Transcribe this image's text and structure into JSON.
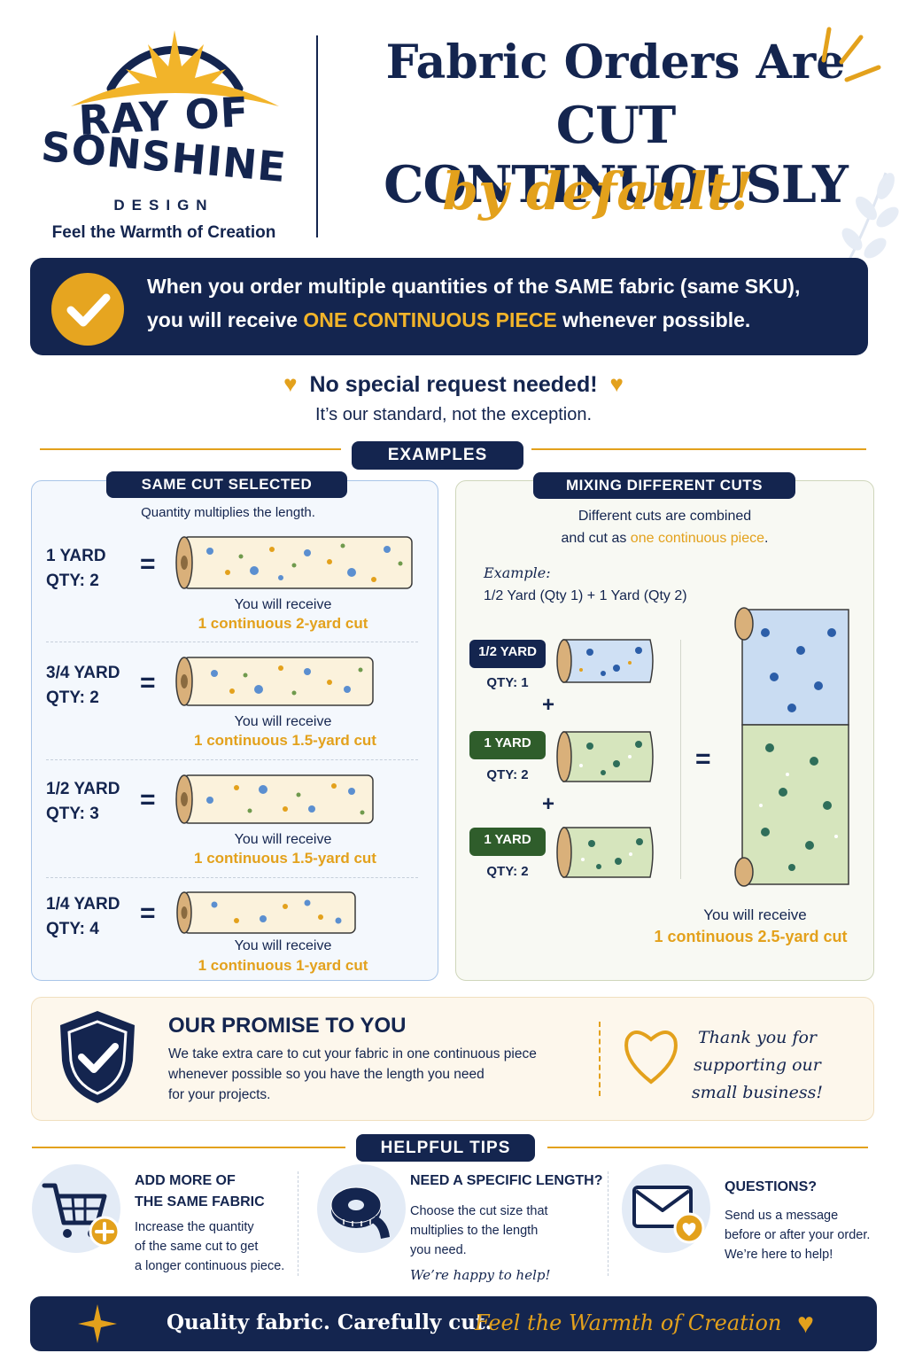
{
  "brand": {
    "title_line_1": "RAY OF",
    "title_line_2": "SONSHINE",
    "subtitle": "DESIGN",
    "tagline": "Feel the Warmth of Creation"
  },
  "headline": {
    "line_1": "Fabric Orders Are",
    "line_2": "CUT CONTINUOUSLY",
    "line_3": "by default!"
  },
  "banner": {
    "line_1": "When you order multiple quantities of the SAME fabric (same SKU),",
    "line_2_prefix": "you will receive ",
    "line_2_highlight": "ONE CONTINUOUS PIECE",
    "line_2_suffix": " whenever possible."
  },
  "notice": {
    "title": "No special request needed!",
    "subtitle": "It’s our standard, not the exception."
  },
  "examples": {
    "heading": "EXAMPLES",
    "left": {
      "heading": "SAME CUT SELECTED",
      "subheading": "Quantity multiplies the length.",
      "rows": [
        {
          "size": "1 YARD",
          "qty": "QTY: 2",
          "eq": "=",
          "receive": "You will receive",
          "result": "1 continuous 2-yard cut"
        },
        {
          "size": "3/4 YARD",
          "qty": "QTY: 2",
          "eq": "=",
          "receive": "You will receive",
          "result": "1 continuous 1.5-yard cut"
        },
        {
          "size": "1/2 YARD",
          "qty": "QTY: 3",
          "eq": "=",
          "receive": "You will receive",
          "result": "1 continuous 1.5-yard cut"
        },
        {
          "size": "1/4 YARD",
          "qty": "QTY: 4",
          "eq": "=",
          "receive": "You will receive",
          "result": "1 continuous 1-yard cut"
        }
      ]
    },
    "right": {
      "heading": "MIXING DIFFERENT CUTS",
      "desc_line_1": "Different cuts are combined",
      "desc_line_2_prefix": "and cut as ",
      "desc_line_2_highlight": "one continuous piece",
      "desc_line_2_suffix": ".",
      "example_label": "Example:",
      "example_formula": "1/2 Yard (Qty 1) + 1 Yard (Qty 2)",
      "items": [
        {
          "size": "1/2 YARD",
          "qty": "QTY: 1"
        },
        {
          "size": "1 YARD",
          "qty": "QTY: 2"
        },
        {
          "size": "1 YARD",
          "qty": "QTY: 2"
        }
      ],
      "plus": "+",
      "eq": "=",
      "receive": "You will receive",
      "result": "1 continuous 2.5-yard cut"
    }
  },
  "promise": {
    "title": "OUR PROMISE TO YOU",
    "body_1": "We take extra care to cut your fabric in one continuous piece",
    "body_2": "whenever possible so you have the length you need",
    "body_3": "for your projects.",
    "thanks_1": "Thank you for",
    "thanks_2": "supporting our",
    "thanks_3": "small business!"
  },
  "tips": {
    "heading": "HELPFUL TIPS",
    "items": [
      {
        "title_1": "ADD MORE OF",
        "title_2": "THE SAME FABRIC",
        "body_1": "Increase the quantity",
        "body_2": "of the same cut to get",
        "body_3": "a longer continuous piece.",
        "icon": "cart-plus-icon"
      },
      {
        "title_1": "NEED A SPECIFIC LENGTH?",
        "body_1": "Choose the cut size that",
        "body_2": "multiplies to the length",
        "body_3": "you need.",
        "extra": "We’re happy to help!",
        "icon": "tape-measure-icon"
      },
      {
        "title_1": "QUESTIONS?",
        "body_1": "Send us a message",
        "body_2": "before or after your order.",
        "body_3": "We’re here to help!",
        "icon": "mail-heart-icon"
      }
    ]
  },
  "footer": {
    "text": "Quality fabric. Carefully cut.",
    "tagline": "Feel the Warmth of Creation"
  },
  "colors": {
    "navy": "#14254f",
    "gold": "#e3a11c",
    "green": "#2f5d2b",
    "light_blue": "#f4f8fd"
  }
}
